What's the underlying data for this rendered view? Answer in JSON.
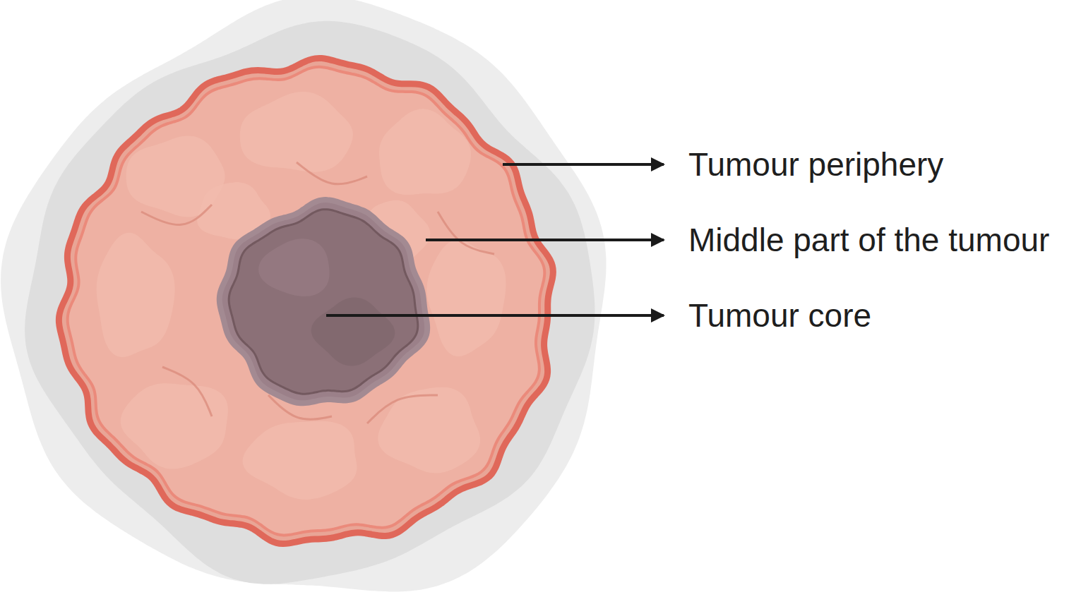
{
  "diagram": {
    "labels": [
      "Tumour periphery",
      "Middle part of the tumour",
      "Tumour core"
    ]
  }
}
